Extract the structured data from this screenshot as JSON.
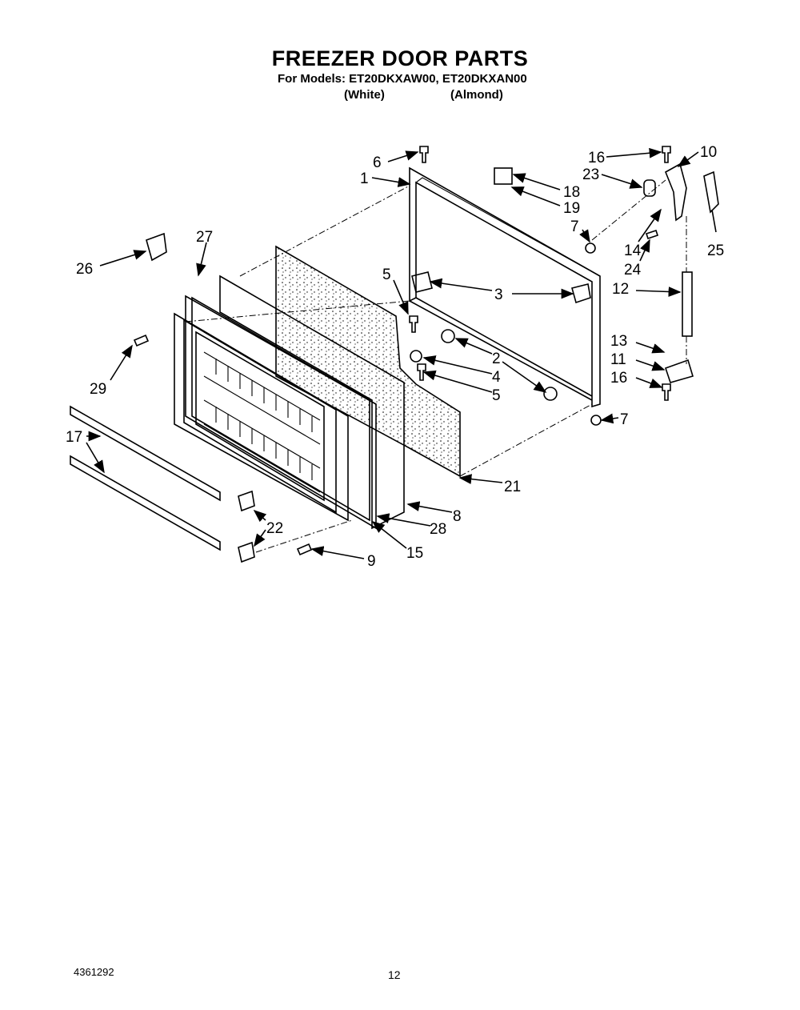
{
  "header": {
    "title": "FREEZER DOOR PARTS",
    "models_line": "For Models: ET20DKXAW00, ET20DKXAN00",
    "color_white": "(White)",
    "color_almond": "(Almond)"
  },
  "footer": {
    "document_number": "4361292",
    "page_number": "12"
  },
  "callouts": [
    "6",
    "1",
    "16",
    "10",
    "23",
    "18",
    "19",
    "7",
    "14",
    "24",
    "25",
    "26",
    "27",
    "5",
    "3",
    "12",
    "2",
    "4",
    "5",
    "13",
    "11",
    "16",
    "7",
    "29",
    "17",
    "21",
    "22",
    "8",
    "28",
    "15",
    "9"
  ]
}
